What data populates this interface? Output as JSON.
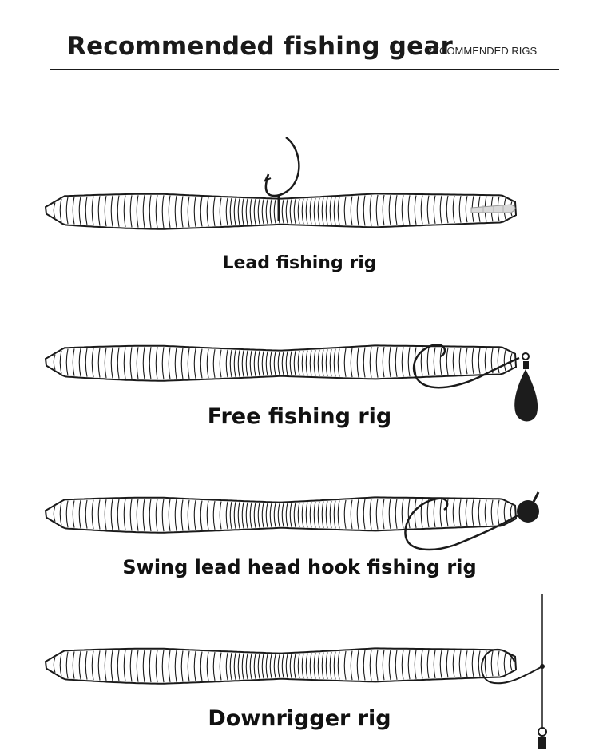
{
  "header": {
    "title": "Recommended fishing gear",
    "subtitle": "RECOMMENDED RIGS"
  },
  "rigs": [
    {
      "label": "Lead fishing rig"
    },
    {
      "label": "Free fishing rig"
    },
    {
      "label": "Swing lead head hook fishing rig"
    },
    {
      "label": "Downrigger rig"
    }
  ],
  "colors": {
    "ink": "#1a1a1a",
    "worm_fill": "#ffffff",
    "sinker": "#1c1c1c"
  }
}
